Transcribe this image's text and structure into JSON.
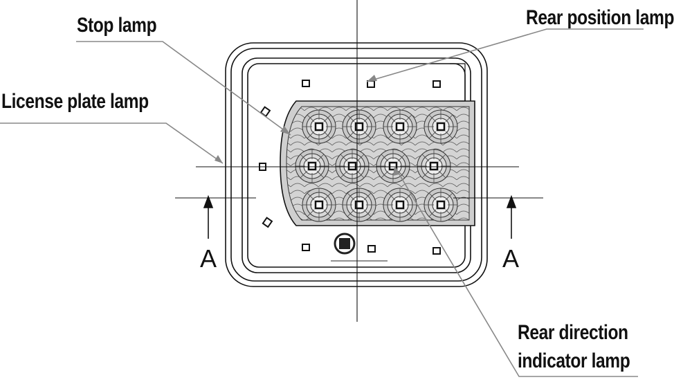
{
  "labels": {
    "stop_lamp": "Stop lamp",
    "rear_position_lamp": "Rear position  lamp",
    "license_plate_lamp": "License plate  lamp",
    "rear_direction_line1": "Rear direction",
    "rear_direction_line2": "indicator lamp",
    "section_left": "A",
    "section_right": "A"
  },
  "colors": {
    "line": "#111111",
    "leader": "#888888",
    "lens_fill": "#d4d4d4",
    "body_fill": "#ffffff"
  }
}
